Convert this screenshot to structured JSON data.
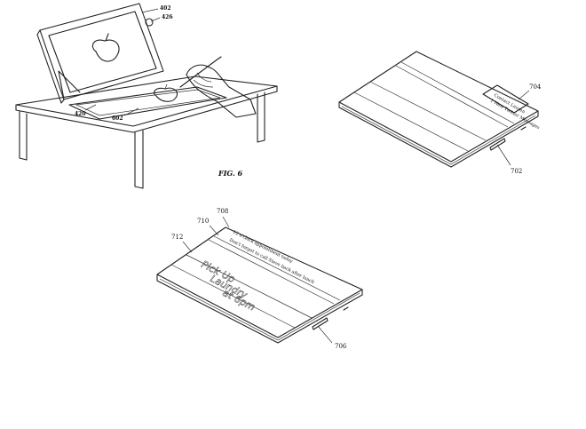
{
  "figure": {
    "caption": "FIG. 6"
  },
  "fig6": {
    "labels": [
      "402",
      "426",
      "420",
      "602"
    ]
  },
  "fig7a": {
    "labels": [
      "704",
      "702"
    ],
    "notes": [
      "Contact Lauren",
      "1 New Twitter Messages"
    ]
  },
  "fig7b": {
    "labels": [
      "708",
      "710",
      "712",
      "706"
    ],
    "notes": [
      "12 o'clock appointment today",
      "Don't forget to call Steve back after lunch"
    ],
    "handwriting": [
      "Pick Up",
      "Laundry",
      "at 6pm"
    ]
  }
}
